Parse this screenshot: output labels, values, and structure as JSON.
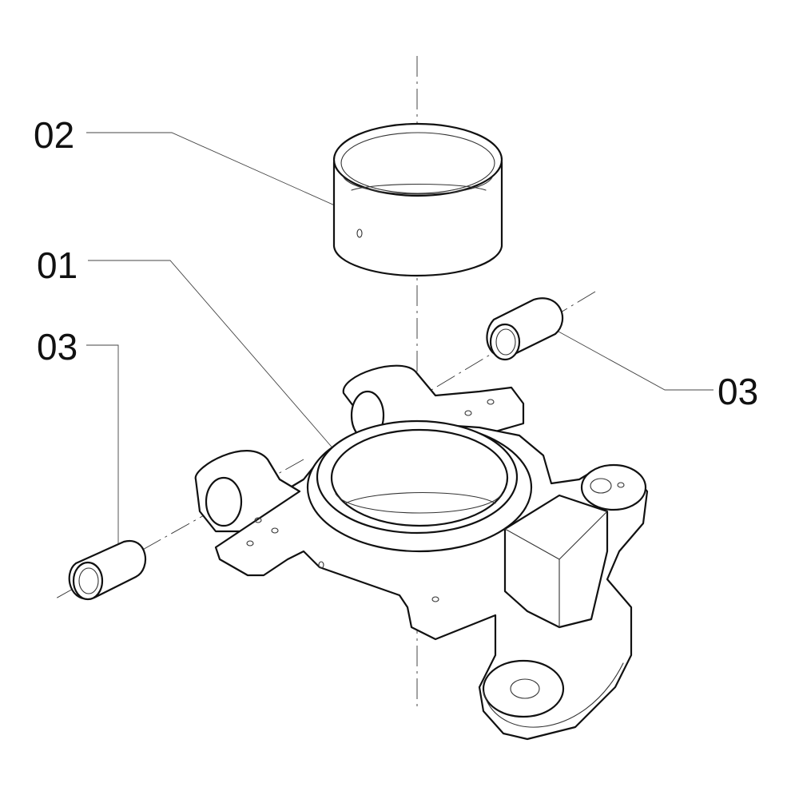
{
  "callouts": {
    "part_01": "01",
    "part_02": "02",
    "part_03_left": "03",
    "part_03_right": "03"
  },
  "colors": {
    "line": "#111111",
    "background": "#ffffff"
  }
}
